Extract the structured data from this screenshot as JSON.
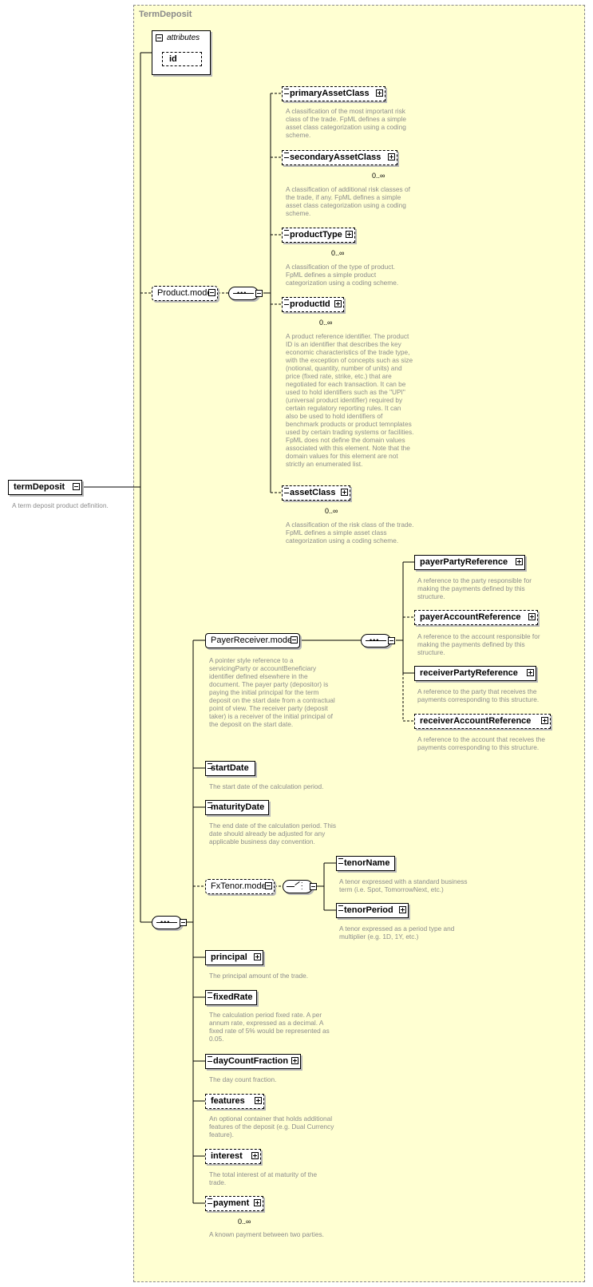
{
  "type_name": "TermDeposit",
  "attributes": {
    "header": "attributes",
    "id": "id"
  },
  "root_element": {
    "name": "termDeposit",
    "description": "A term deposit product definition."
  },
  "product_group": {
    "name": "Product.model"
  },
  "product_children": [
    {
      "name": "primaryAssetClass",
      "cardinality": "",
      "desc": [
        "A classification of the most important risk",
        "class of the trade. FpML defines a simple",
        "asset class categorization using a coding",
        "scheme."
      ]
    },
    {
      "name": "secondaryAssetClass",
      "cardinality": "0..∞",
      "desc": [
        "A classification of additional risk classes of",
        "the trade, if any. FpML defines a simple",
        "asset class categorization using a coding",
        "scheme."
      ]
    },
    {
      "name": "productType",
      "cardinality": "0..∞",
      "desc": [
        "A classification of the type of product.",
        "FpML defines a simple product",
        "categorization using a coding scheme."
      ]
    },
    {
      "name": "productId",
      "cardinality": "0..∞",
      "desc": [
        "A product reference identifier. The product",
        "ID is an identifier that describes the key",
        "economic characteristics of the trade type,",
        "with the exception of concepts such as size",
        "(notional, quantity, number of units) and",
        "price (fixed rate, strike, etc.) that are",
        "negotiated for each transaction. It can be",
        "used to hold identifiers such as the \"UPI\"",
        "(universal product identifier) required by",
        "certain regulatory reporting rules. It can",
        "also be used to hold identifiers of",
        "benchmark products or product temnplates",
        "used by certain trading systems or facilities.",
        "FpML does not define the domain values",
        "associated with this element. Note that the",
        "domain values for this element are not",
        "strictly an enumerated list."
      ]
    },
    {
      "name": "assetClass",
      "cardinality": "0..∞",
      "desc": [
        "A classification of the risk class of the trade.",
        "FpML defines a simple asset class",
        "categorization using a coding scheme."
      ]
    }
  ],
  "payer_group": {
    "name": "PayerReceiver.model",
    "desc": [
      "A pointer style reference to a",
      "servicingParty or accountBeneficiary",
      "identifier defined elsewhere in the",
      "document. The payer party (depositor) is",
      "paying the initial principal for the term",
      "deposit on the start date from a contractual",
      "point of view. The receiver party (deposit",
      "taker) is a receiver of the initial principal of",
      "the deposit on the start date."
    ]
  },
  "payer_children": [
    {
      "name": "payerPartyReference",
      "desc": [
        "A reference to the party responsible for",
        "making the payments defined by this",
        "structure."
      ]
    },
    {
      "name": "payerAccountReference",
      "desc": [
        "A reference to the account responsible for",
        "making the payments defined by this",
        "structure."
      ]
    },
    {
      "name": "receiverPartyReference",
      "desc": [
        "A reference to the party that receives the",
        "payments corresponding to this structure."
      ]
    },
    {
      "name": "receiverAccountReference",
      "desc": [
        "A reference to the account that receives the",
        "payments corresponding to this structure."
      ]
    }
  ],
  "start_date": {
    "name": "startDate",
    "desc": [
      "The start date of the calculation period."
    ]
  },
  "maturity_date": {
    "name": "maturityDate",
    "desc": [
      "The end date of the calculation period. This",
      "date should already be adjusted for any",
      "applicable business day convention."
    ]
  },
  "tenor_group": {
    "name": "FxTenor.model"
  },
  "tenor_children": [
    {
      "name": "tenorName",
      "desc": [
        "A tenor expressed with a standard business",
        "term (i.e. Spot, TomorrowNext, etc.)"
      ]
    },
    {
      "name": "tenorPeriod",
      "desc": [
        "A tenor expressed as a period type and",
        "multiplier (e.g. 1D, 1Y, etc.)"
      ]
    }
  ],
  "bottom_children": [
    {
      "name": "principal",
      "cardinality": "",
      "desc": [
        "The principal amount of the trade."
      ]
    },
    {
      "name": "fixedRate",
      "cardinality": "",
      "desc": [
        "The calculation period fixed rate. A per",
        "annum rate, expressed as a decimal. A",
        "fixed rate of 5% would be represented as",
        "0.05."
      ]
    },
    {
      "name": "dayCountFraction",
      "cardinality": "",
      "desc": [
        "The day count fraction."
      ]
    },
    {
      "name": "features",
      "cardinality": "",
      "desc": [
        "An optional container that holds additional",
        "features of the deposit (e.g. Dual Currency",
        "feature)."
      ]
    },
    {
      "name": "interest",
      "cardinality": "",
      "desc": [
        "The total interest of at maturity of the",
        "trade."
      ]
    },
    {
      "name": "payment",
      "cardinality": "0..∞",
      "desc": [
        "A known payment between two parties."
      ]
    }
  ]
}
